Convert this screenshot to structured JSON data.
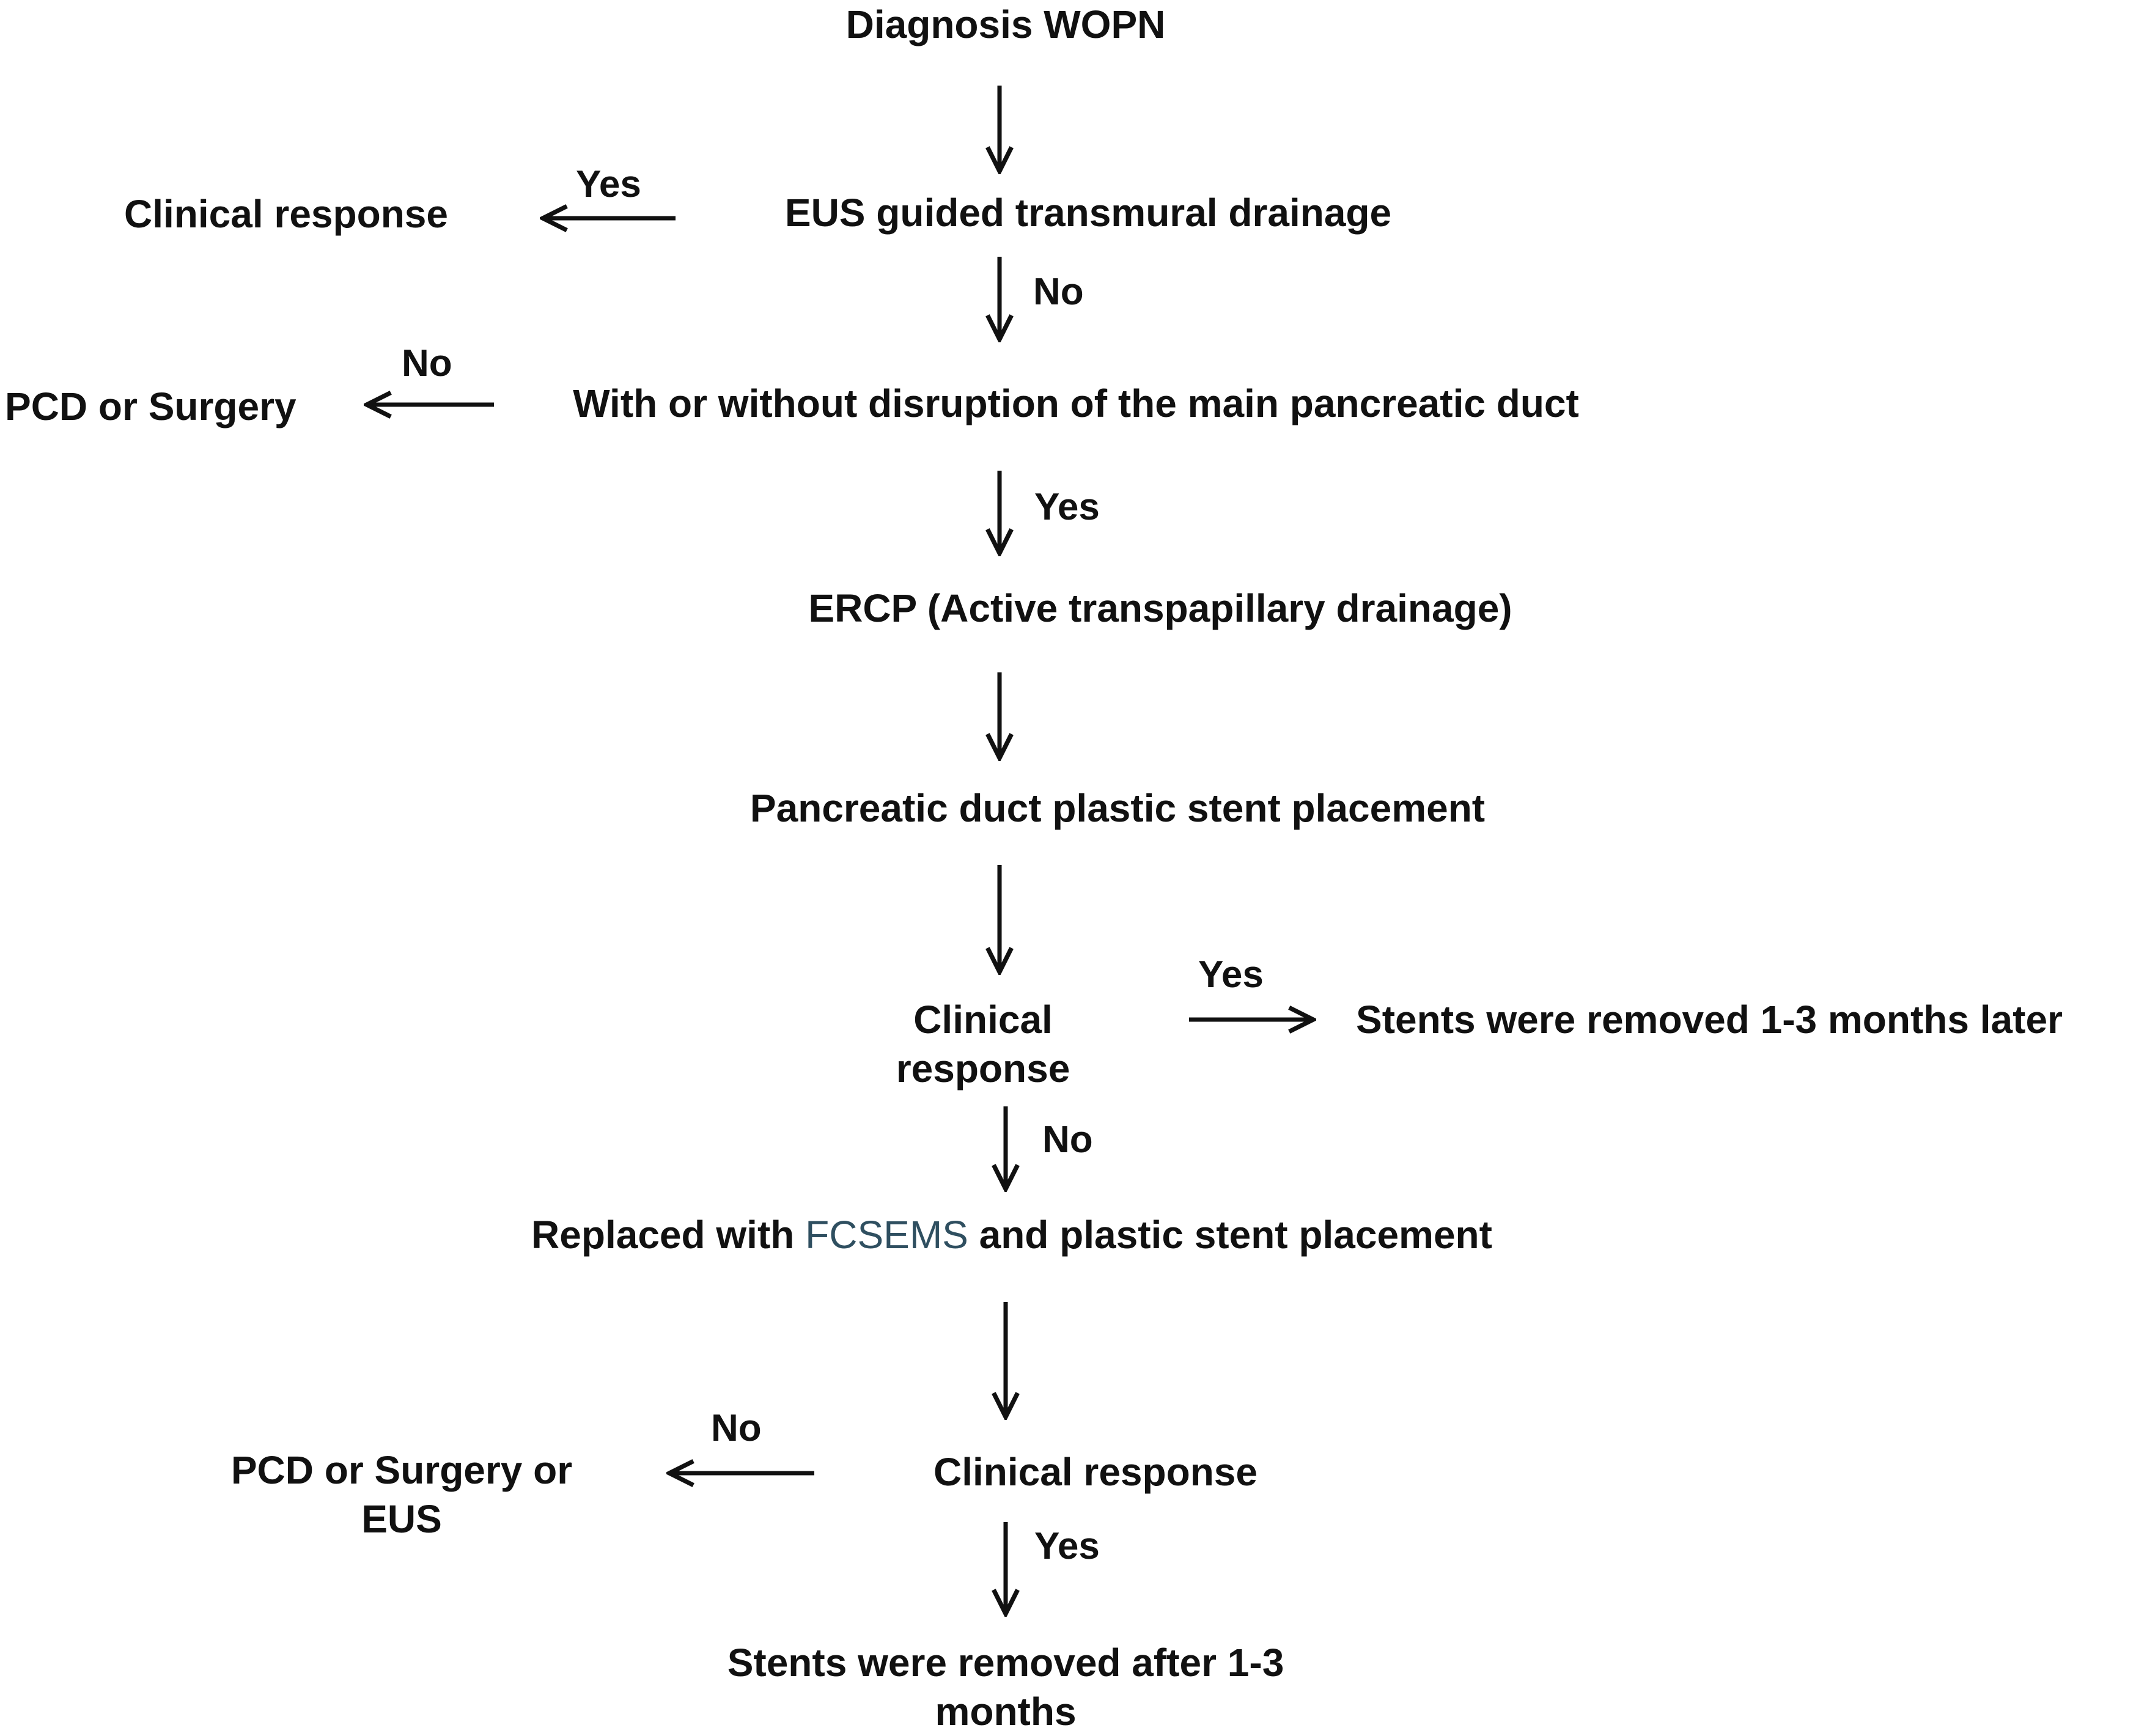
{
  "nodes": {
    "diagnosis": "Diagnosis  WOPN",
    "eus_drainage": "EUS guided  transmural  drainage",
    "clinical_response_1": "Clinical  response",
    "disruption_question": "With or without disruption  of the main  pancreatic  duct",
    "pcd_or_surgery": "PCD or Surgery",
    "ercp": "ERCP (Active  transpapillary  drainage)",
    "pd_stent": "Pancreatic  duct plastic  stent  placement",
    "clinical_response_2": [
      "Clinical",
      "response"
    ],
    "stents_removed_later": "Stents  were removed 1-3  months later",
    "replaced_prefix": "Replaced with ",
    "replaced_highlight": "FCSEMS",
    "replaced_suffix": " and plastic  stent  placement",
    "clinical_response_3": "Clinical  response",
    "pcd_surgery_eus": [
      "PCD or Surgery  or",
      "EUS"
    ],
    "stents_removed_after": [
      "Stents  were removed after  1-3",
      "months"
    ]
  },
  "edge_labels": {
    "yes_1": "Yes",
    "no_1": "No",
    "no_2": "No",
    "yes_2": "Yes",
    "yes_3": "Yes",
    "no_3": "No",
    "no_4": "No",
    "yes_4": "Yes"
  }
}
